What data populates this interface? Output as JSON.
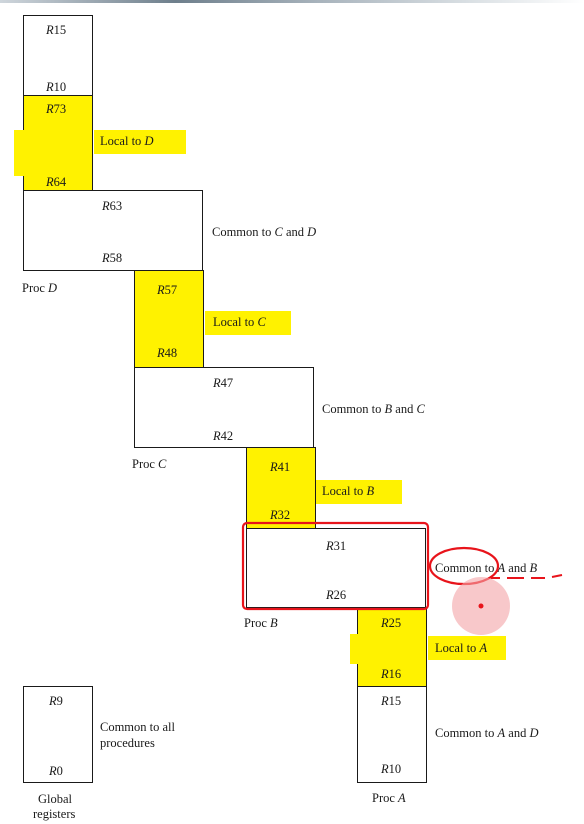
{
  "windows": {
    "top": {
      "top_reg": "R15",
      "bottom_reg": "R10"
    },
    "local_d": {
      "top_reg": "R73",
      "bottom_reg": "R64",
      "label_prefix": "Local to",
      "label_var": "D"
    },
    "common_cd": {
      "top_reg": "R63",
      "bottom_reg": "R58",
      "label_prefix": "Common to",
      "label_v1": "C",
      "label_and": "and",
      "label_v2": "D"
    },
    "proc_d": {
      "prefix": "Proc",
      "var": "D"
    },
    "local_c": {
      "top_reg": "R57",
      "bottom_reg": "R48",
      "label_prefix": "Local to",
      "label_var": "C"
    },
    "common_bc": {
      "top_reg": "R47",
      "bottom_reg": "R42",
      "label_prefix": "Common to",
      "label_v1": "B",
      "label_and": "and",
      "label_v2": "C"
    },
    "proc_c": {
      "prefix": "Proc",
      "var": "C"
    },
    "local_b": {
      "top_reg": "R41",
      "bottom_reg": "R32",
      "label_prefix": "Local to",
      "label_var": "B"
    },
    "common_ab": {
      "top_reg": "R31",
      "bottom_reg": "R26",
      "label_word": "Common",
      "label_rest": "to",
      "label_v1": "A",
      "label_and": "and",
      "label_v2": "B"
    },
    "proc_b": {
      "prefix": "Proc",
      "var": "B"
    },
    "local_a": {
      "top_reg": "R25",
      "bottom_reg": "R16",
      "label_prefix": "Local to",
      "label_var": "A"
    },
    "common_ad": {
      "top_reg": "R15",
      "bottom_reg": "R10",
      "label_prefix": "Common to",
      "label_v1": "A",
      "label_and": "and",
      "label_v2": "D"
    },
    "proc_a": {
      "prefix": "Proc",
      "var": "A"
    },
    "global": {
      "top_reg": "R9",
      "bottom_reg": "R0",
      "label_line1": "Common to all",
      "label_line2": "procedures",
      "caption_line1": "Global",
      "caption_line2": "registers"
    }
  },
  "colors": {
    "highlight": "#fff200",
    "annotation_red": "#e8141b",
    "cursor_pink": "#f3a3a6",
    "cursor_dot": "#e8141b"
  }
}
